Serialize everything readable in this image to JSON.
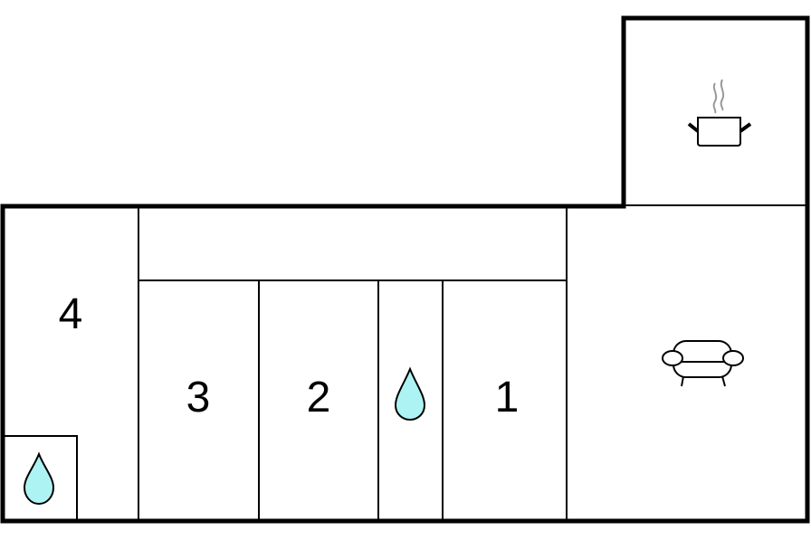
{
  "rooms": [
    {
      "label": "4",
      "type": "bedroom"
    },
    {
      "label": "3",
      "type": "bedroom"
    },
    {
      "label": "2",
      "type": "bedroom"
    },
    {
      "label": "1",
      "type": "bedroom"
    }
  ],
  "icons": {
    "bathroom_left": "water-drop-icon",
    "bathroom_middle": "water-drop-icon",
    "kitchen": "cooking-pot-icon",
    "living_room": "sofa-icon"
  },
  "colors": {
    "water": "#aef3f3",
    "wall": "#000000",
    "steam": "#999999"
  }
}
